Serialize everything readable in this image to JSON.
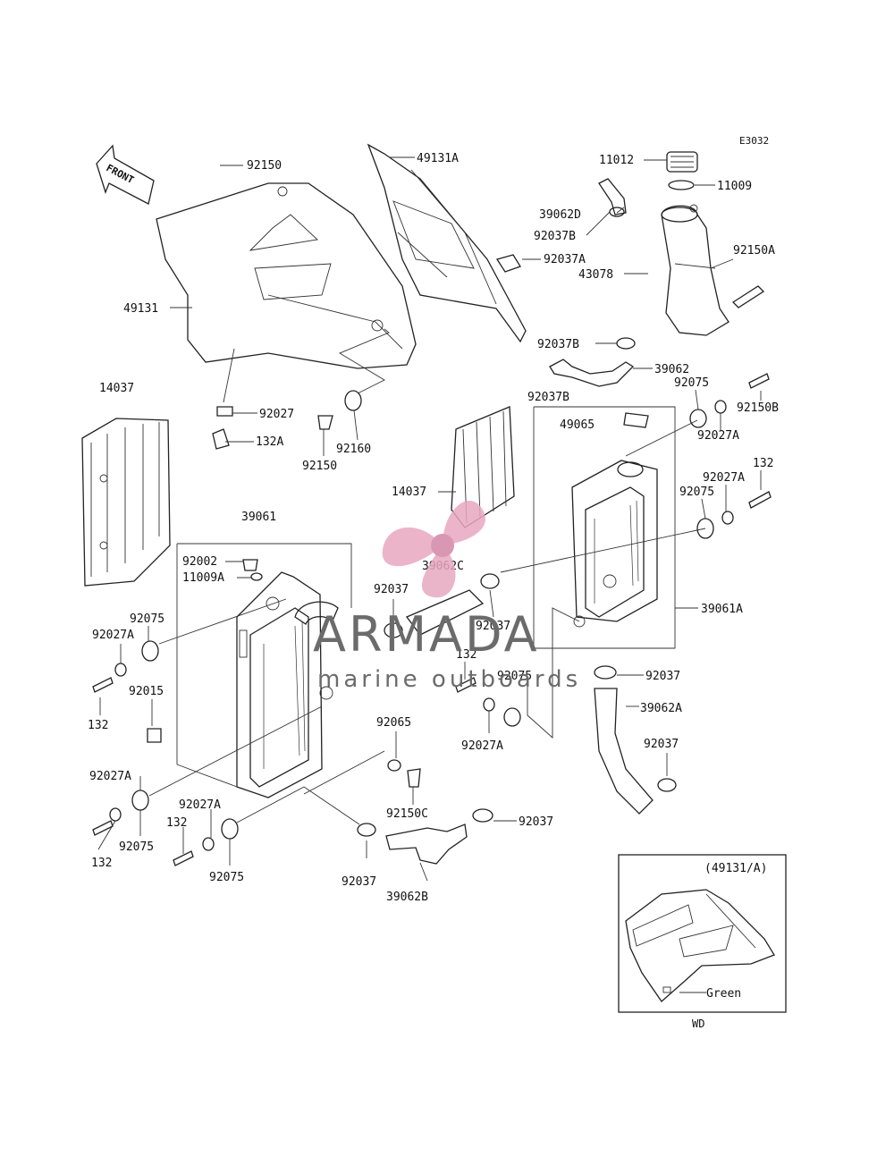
{
  "diagram": {
    "code": "E3032",
    "front_arrow_label": "FRONT",
    "labels": [
      {
        "id": "l1",
        "text": "92150"
      },
      {
        "id": "l2",
        "text": "49131A"
      },
      {
        "id": "l3",
        "text": "11012"
      },
      {
        "id": "l4",
        "text": "11009"
      },
      {
        "id": "l5",
        "text": "39062D"
      },
      {
        "id": "l6",
        "text": "92037B"
      },
      {
        "id": "l7",
        "text": "92037A"
      },
      {
        "id": "l8",
        "text": "43078"
      },
      {
        "id": "l9",
        "text": "92150A"
      },
      {
        "id": "l10",
        "text": "49131"
      },
      {
        "id": "l11",
        "text": "92037B"
      },
      {
        "id": "l12",
        "text": "39062"
      },
      {
        "id": "l13",
        "text": "14037"
      },
      {
        "id": "l14",
        "text": "92027"
      },
      {
        "id": "l15",
        "text": "132A"
      },
      {
        "id": "l16",
        "text": "92160"
      },
      {
        "id": "l17",
        "text": "92150"
      },
      {
        "id": "l18",
        "text": "92037B"
      },
      {
        "id": "l19",
        "text": "92075"
      },
      {
        "id": "l20",
        "text": "92150B"
      },
      {
        "id": "l21",
        "text": "49065"
      },
      {
        "id": "l22",
        "text": "92027A"
      },
      {
        "id": "l23",
        "text": "132"
      },
      {
        "id": "l24",
        "text": "92027A"
      },
      {
        "id": "l25",
        "text": "92075"
      },
      {
        "id": "l26",
        "text": "14037"
      },
      {
        "id": "l27",
        "text": "39061"
      },
      {
        "id": "l28",
        "text": "92002"
      },
      {
        "id": "l29",
        "text": "11009A"
      },
      {
        "id": "l30",
        "text": "39062C"
      },
      {
        "id": "l31",
        "text": "92037"
      },
      {
        "id": "l32",
        "text": "92037"
      },
      {
        "id": "l33",
        "text": "39061A"
      },
      {
        "id": "l34",
        "text": "92075"
      },
      {
        "id": "l35",
        "text": "92027A"
      },
      {
        "id": "l36",
        "text": "92015"
      },
      {
        "id": "l37",
        "text": "132"
      },
      {
        "id": "l38",
        "text": "132"
      },
      {
        "id": "l39",
        "text": "92075"
      },
      {
        "id": "l40",
        "text": "92037"
      },
      {
        "id": "l41",
        "text": "39062A"
      },
      {
        "id": "l42",
        "text": "92027A"
      },
      {
        "id": "l43",
        "text": "92065"
      },
      {
        "id": "l44",
        "text": "92037"
      },
      {
        "id": "l45",
        "text": "92027A"
      },
      {
        "id": "l46",
        "text": "92150C"
      },
      {
        "id": "l47",
        "text": "92037"
      },
      {
        "id": "l48",
        "text": "92027A"
      },
      {
        "id": "l49",
        "text": "132"
      },
      {
        "id": "l50",
        "text": "92075"
      },
      {
        "id": "l51",
        "text": "132"
      },
      {
        "id": "l52",
        "text": "92075"
      },
      {
        "id": "l53",
        "text": "92037"
      },
      {
        "id": "l54",
        "text": "39062B"
      }
    ],
    "inset": {
      "title": "(49131/A)",
      "color_note": "Green",
      "badge": "WD"
    }
  },
  "watermark": {
    "brand": "ARMADA",
    "tagline": "marine outboards",
    "colors": {
      "logo": "#e8a8c0",
      "text": "#6b6b6b"
    }
  }
}
